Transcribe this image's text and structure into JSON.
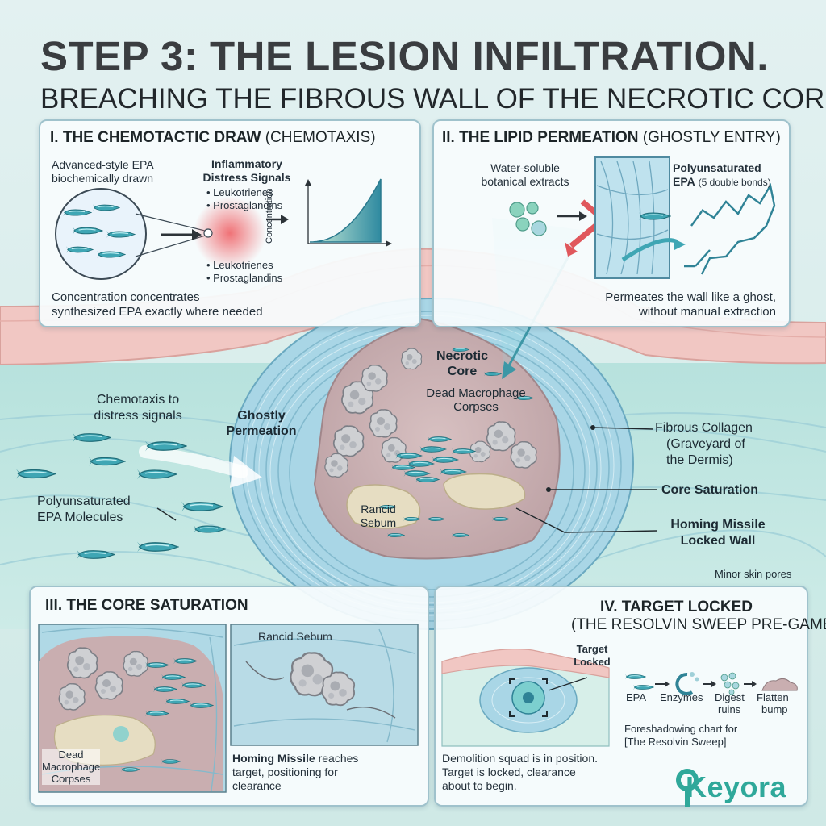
{
  "title": "STEP 3: THE LESION INFILTRATION.",
  "subtitle": "BREACHING THE FIBROUS WALL OF THE NECROTIC CORE.",
  "panel1": {
    "title_main": "I. THE CHEMOTACTIC DRAW",
    "title_paren": "(CHEMOTAXIS)",
    "note_line1": "Advanced-style EPA",
    "note_line2": "biochemically drawn",
    "signals_line1": "Inflammatory",
    "signals_line2": "Distress Signals",
    "signal_a": "• Leukotrienes",
    "signal_b": "• Prostaglandins",
    "signal_c": "• Leukotrienes",
    "signal_d": "• Prostaglandins",
    "chart_ylabel": "Concentration",
    "caption_line1": "Concentration concentrates",
    "caption_line2": "synthesized EPA exactly where needed"
  },
  "panel2": {
    "title_main": "II. THE LIPID PERMEATION",
    "title_paren": "(GHOSTLY ENTRY)",
    "extract_line1": "Water-soluble",
    "extract_line2": "botanical extracts",
    "epa_line1": "Polyunsaturated",
    "epa_line2": "EPA",
    "epa_note": "(5 double bonds)",
    "caption_line1": "Permeates the wall like a ghost,",
    "caption_line2": "without manual extraction"
  },
  "center": {
    "necrotic_line1": "Necrotic",
    "necrotic_line2": "Core",
    "dead_line1": "Dead Macrophage",
    "dead_line2": "Corpses",
    "chemo_line1": "Chemotaxis to",
    "chemo_line2": "distress signals",
    "ghost_line1": "Ghostly",
    "ghost_line2": "Permeation",
    "fibrous_line1": "Fibrous Collagen",
    "fibrous_line2": "(Graveyard of",
    "fibrous_line3": "the Dermis)",
    "core_sat": "Core Saturation",
    "sebum_line1": "Rancid",
    "sebum_line2": "Sebum",
    "poly_line1": "Polyunsaturated",
    "poly_line2": "EPA Molecules",
    "homing_line1": "Homing Missile",
    "homing_line2": "Locked Wall",
    "pores": "Minor skin pores"
  },
  "panel3": {
    "title": "III. THE CORE SATURATION",
    "dead_line1": "Dead",
    "dead_line2": "Macrophage",
    "dead_line3": "Corpses",
    "sebum": "Rancid Sebum",
    "homing_bold": "Homing Missile",
    "homing_rest": "reaches",
    "homing_line2": "target, positioning for",
    "homing_line3": "clearance"
  },
  "panel4": {
    "title_line1": "IV. TARGET LOCKED",
    "title_line2": "(THE RESOLVIN SWEEP PRE-GAME)",
    "target_line1": "Target",
    "target_line2": "Locked",
    "step_epa": "EPA",
    "step_enzymes": "Enzymes",
    "step_digest_line1": "Digest",
    "step_digest_line2": "ruins",
    "step_flatten_line1": "Flatten",
    "step_flatten_line2": "bump",
    "fore_line1": "Foreshadowing chart for",
    "fore_line2": "[The Resolvin Sweep]",
    "demo_line1": "Demolition squad is in position.",
    "demo_line2": "Target is locked, clearance",
    "demo_line3": "about to begin."
  },
  "brand": "Keyora",
  "colors": {
    "epa": "#3fa6b4",
    "skin": "#f1c7c3",
    "collagen": "#a9d6e6",
    "core": "#c9aeb0",
    "accent": "#e0575c"
  }
}
